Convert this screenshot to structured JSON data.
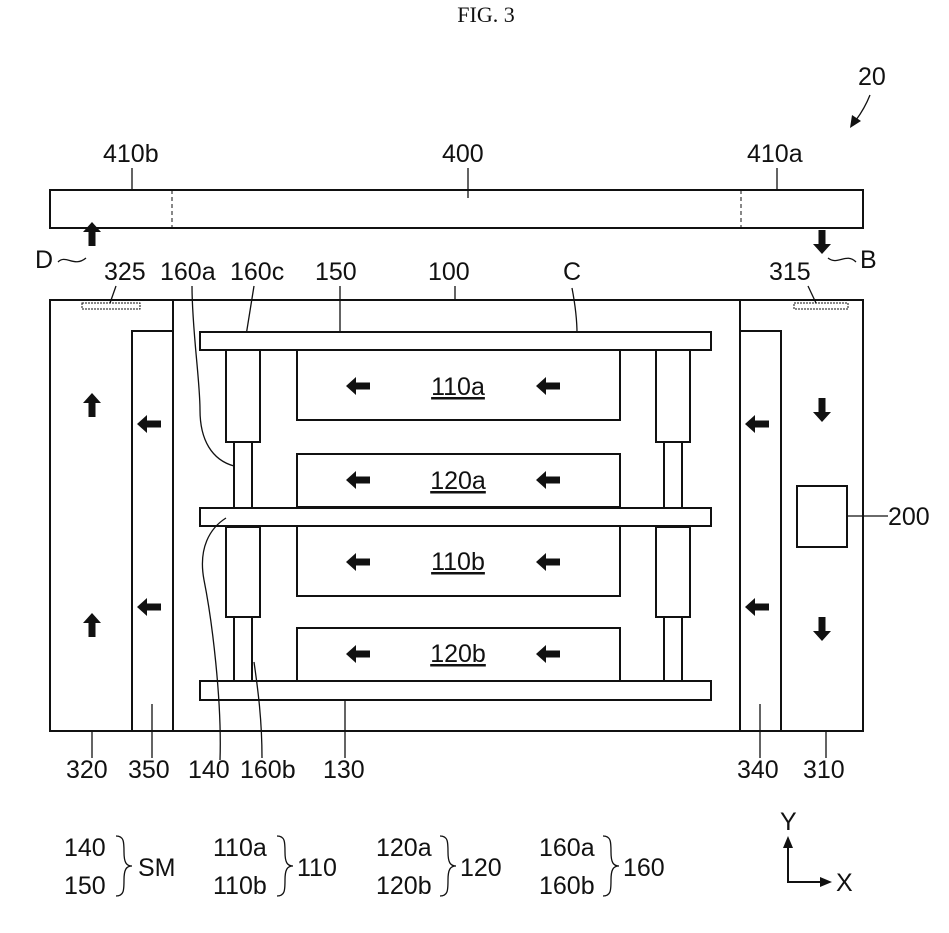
{
  "figure_title": "FIG. 3",
  "ref_numeral": "20",
  "labels": {
    "l410b": "410b",
    "l400": "400",
    "l410a": "410a",
    "lD": "D",
    "lB": "B",
    "l325": "325",
    "l160a": "160a",
    "l160c": "160c",
    "l150": "150",
    "l100": "100",
    "lC": "C",
    "l315": "315",
    "l200": "200",
    "l320": "320",
    "l350": "350",
    "l140": "140",
    "l160b": "160b",
    "l130": "130",
    "l340": "340",
    "l310": "310"
  },
  "modules": [
    "110a",
    "120a",
    "110b",
    "120b"
  ],
  "legend": {
    "g1": {
      "items": [
        "140",
        "150"
      ],
      "group": "SM"
    },
    "g2": {
      "items": [
        "110a",
        "110b"
      ],
      "group": "110"
    },
    "g3": {
      "items": [
        "120a",
        "120b"
      ],
      "group": "120"
    },
    "g4": {
      "items": [
        "160a",
        "160b"
      ],
      "group": "160"
    }
  },
  "axes": {
    "y": "Y",
    "x": "X"
  }
}
